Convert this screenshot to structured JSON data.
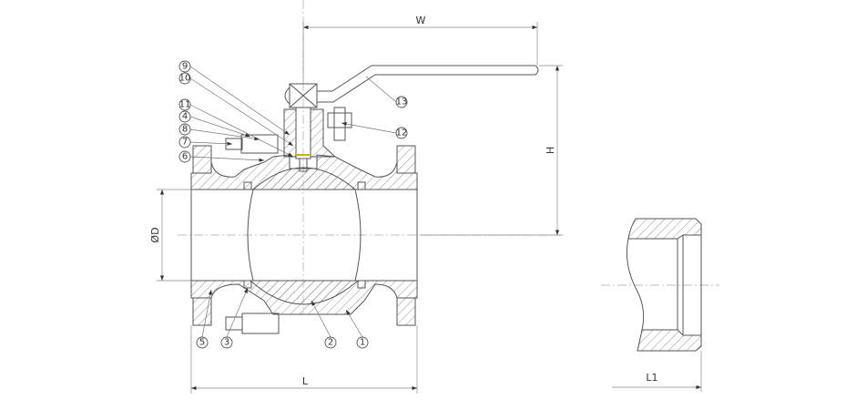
{
  "drawing": {
    "title": "Ball valve sectional drawing",
    "part_numbers": [
      "1",
      "2",
      "3",
      "4",
      "5",
      "6",
      "7",
      "8",
      "9",
      "10",
      "11",
      "12",
      "13"
    ],
    "dimensions": {
      "width": "W",
      "height": "H",
      "diameter": "ØD",
      "length": "L",
      "seat_length": "L1"
    },
    "accent_color": "#c8b400"
  }
}
